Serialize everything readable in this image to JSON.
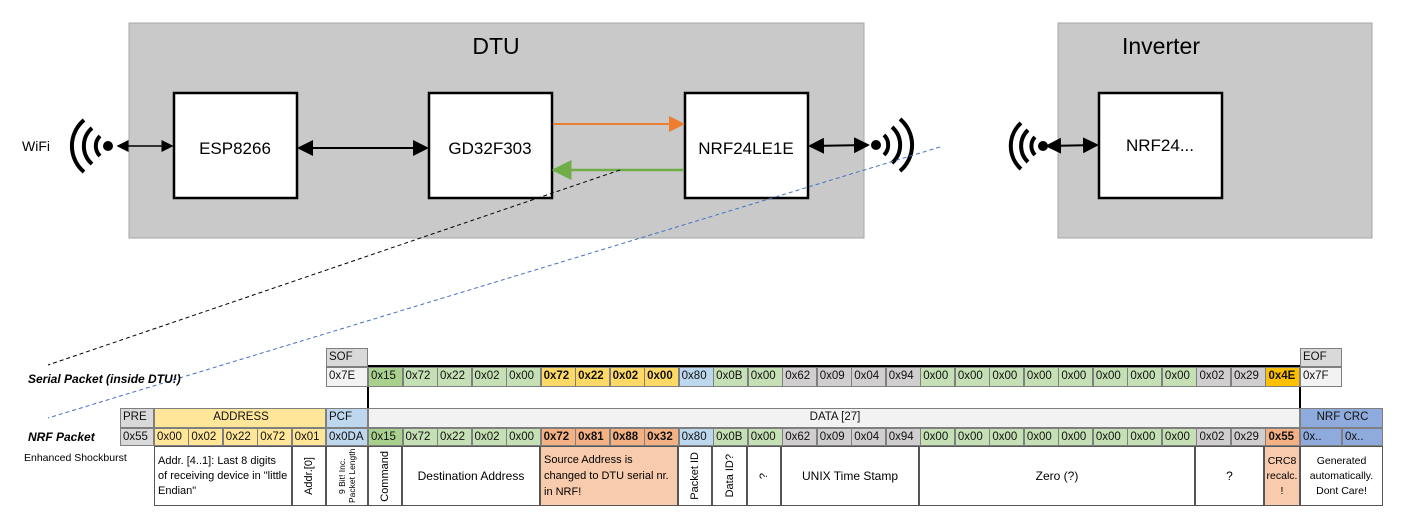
{
  "diagram": {
    "dtu_title": "DTU",
    "inverter_title": "Inverter",
    "wifi_label": "WiFi",
    "blocks": [
      "ESP8266",
      "GD32F303",
      "NRF24LE1E",
      "NRF24..."
    ],
    "arrow_colors": {
      "to_nrf": "#ed7d31",
      "from_nrf": "#70ad47"
    }
  },
  "colors": {
    "cmd": "#a9d18e",
    "lg": "#c5e0b4",
    "yl": "#ffd966",
    "blue": "#bdd7ee",
    "gray": "#d0cece",
    "gold": "#ffc000",
    "orange": "#f4b183",
    "crc": "#8faadc",
    "hdr": "#d9d9d9",
    "addr": "#ffe699",
    "data_hdr": "#f2f2f2"
  },
  "serial": {
    "label": "Serial Packet (inside DTU!)",
    "sof_header": "SOF",
    "sof": "0x7E",
    "eof_header": "EOF",
    "eof": "0x7F",
    "bytes": [
      "0x15",
      "0x72",
      "0x22",
      "0x02",
      "0x00",
      "0x72",
      "0x22",
      "0x02",
      "0x00",
      "0x80",
      "0x0B",
      "0x00",
      "0x62",
      "0x09",
      "0x04",
      "0x94",
      "0x00",
      "0x00",
      "0x00",
      "0x00",
      "0x00",
      "0x00",
      "0x00",
      "0x00",
      "0x02",
      "0x29",
      "0x4E"
    ],
    "byte_colors": [
      "cmd",
      "lg",
      "lg",
      "lg",
      "lg",
      "yl",
      "yl",
      "yl",
      "yl",
      "blue",
      "lg",
      "lg",
      "gray",
      "gray",
      "gray",
      "gray",
      "lg",
      "lg",
      "lg",
      "lg",
      "lg",
      "lg",
      "lg",
      "lg",
      "gray",
      "gray",
      "gold"
    ]
  },
  "nrf": {
    "label": "NRF Packet",
    "sublabel": "Enhanced Shockburst",
    "pre_header": "PRE",
    "pre": "0x55",
    "address_header": "ADDRESS",
    "address": [
      "0x00",
      "0x02",
      "0x22",
      "0x72",
      "0x01"
    ],
    "pcf_header": "PCF",
    "pcf": "0x0DA",
    "data_header": "DATA [27]",
    "bytes": [
      "0x15",
      "0x72",
      "0x22",
      "0x02",
      "0x00",
      "0x72",
      "0x81",
      "0x88",
      "0x32",
      "0x80",
      "0x0B",
      "0x00",
      "0x62",
      "0x09",
      "0x04",
      "0x94",
      "0x00",
      "0x00",
      "0x00",
      "0x00",
      "0x00",
      "0x00",
      "0x00",
      "0x00",
      "0x02",
      "0x29",
      "0x55"
    ],
    "byte_colors": [
      "cmd",
      "lg",
      "lg",
      "lg",
      "lg",
      "orange",
      "orange",
      "orange",
      "orange",
      "blue",
      "lg",
      "lg",
      "gray",
      "gray",
      "gray",
      "gray",
      "lg",
      "lg",
      "lg",
      "lg",
      "lg",
      "lg",
      "lg",
      "lg",
      "gray",
      "gray",
      "orange"
    ],
    "crc_header": "NRF CRC",
    "crc": [
      "0x..",
      "0x.."
    ],
    "descriptions": {
      "addr_41": "Addr. [4..1]: Last 8 digits of receiving device in \"little Endian\"",
      "addr_0": "Addr.[0]",
      "pcf": "9 Bit! Inc. Packet Length",
      "command": "Command",
      "destination": "Destination Address",
      "source": "Source Address is changed to DTU serial nr. in NRF!",
      "packet_id": "Packet ID",
      "data_id": "Data ID?",
      "unknown1": "?",
      "timestamp": "UNIX Time Stamp",
      "zero": "Zero (?)",
      "unknown2": "?",
      "crc8": "CRC8 recalc. !",
      "generated": "Generated automatically. Dont Care!"
    }
  }
}
